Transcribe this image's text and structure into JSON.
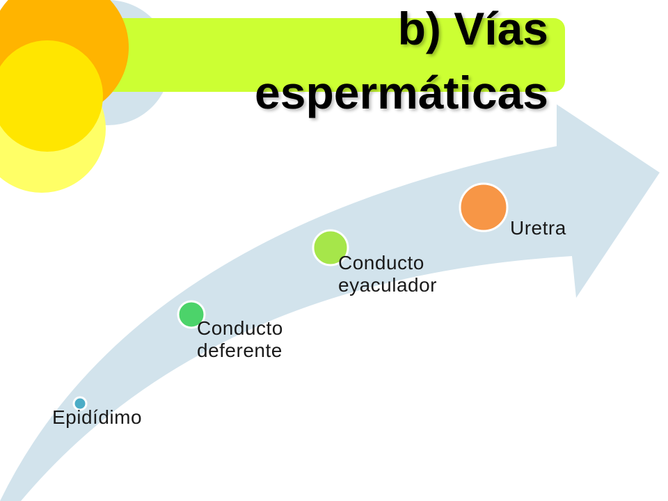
{
  "title": {
    "line1": "b) Vías",
    "line2": "espermáticas"
  },
  "steps": [
    {
      "label": "Epidídimo",
      "color": "#4BACC6"
    },
    {
      "label": "Conducto deferente",
      "color": "#4CD36A"
    },
    {
      "label": "Conducto eyaculador",
      "color": "#A6E64A"
    },
    {
      "label": "Uretra",
      "color": "#F79646"
    }
  ],
  "colors": {
    "arrow": "#D2E3EC",
    "title_bar": "#CCFF33",
    "circle_large": "#FFB400",
    "circle_small": "#FFE600",
    "circle_light": "#FFFF66",
    "circle_back": "#D2E3EC"
  }
}
